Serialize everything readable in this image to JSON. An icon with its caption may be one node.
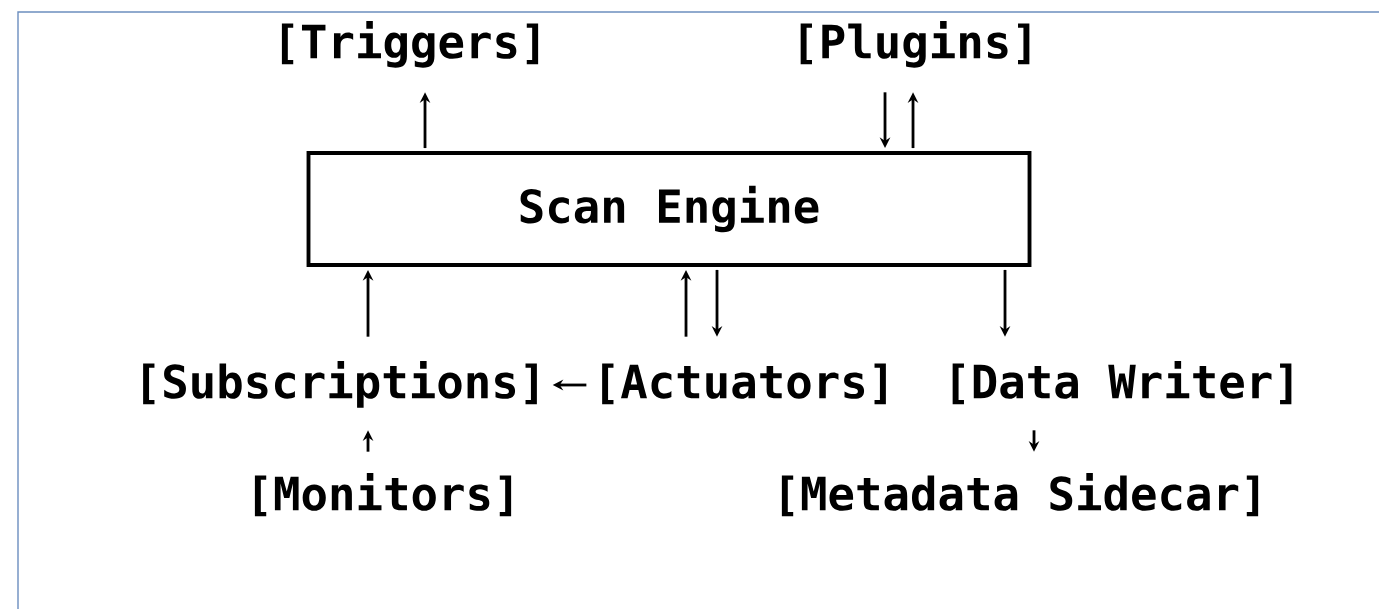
{
  "diagram": {
    "nodes": [
      {
        "text": [
          "[Triggers]"
        ]
      },
      {
        "text": [
          "[Plugins]"
        ]
      },
      {
        "text": [
          "Scan Engine"
        ]
      },
      {
        "text": [
          "[Subscriptions]"
        ]
      },
      {
        "text": [
          "[Actuators]"
        ]
      },
      {
        "text": [
          "[Data Writer]"
        ]
      },
      {
        "text": [
          "[Monitors]"
        ]
      },
      {
        "text": [
          "[Metadata Sidecar]"
        ]
      }
    ],
    "edges": [
      {
        "from": 2,
        "to": 0,
        "arrow": "to"
      },
      {
        "from": 1,
        "to": 2,
        "arrow": "to"
      },
      {
        "from": 2,
        "to": 1,
        "arrow": "to"
      },
      {
        "from": 3,
        "to": 2,
        "arrow": "to"
      },
      {
        "from": 4,
        "to": 2,
        "arrow": "to"
      },
      {
        "from": 2,
        "to": 4,
        "arrow": "to"
      },
      {
        "from": 2,
        "to": 5,
        "arrow": "to"
      },
      {
        "from": 6,
        "to": 3,
        "arrow": "to"
      },
      {
        "from": 5,
        "to": 7,
        "arrow": "to"
      },
      {
        "from": 4,
        "to": 3,
        "arrow": "to"
      }
    ]
  }
}
